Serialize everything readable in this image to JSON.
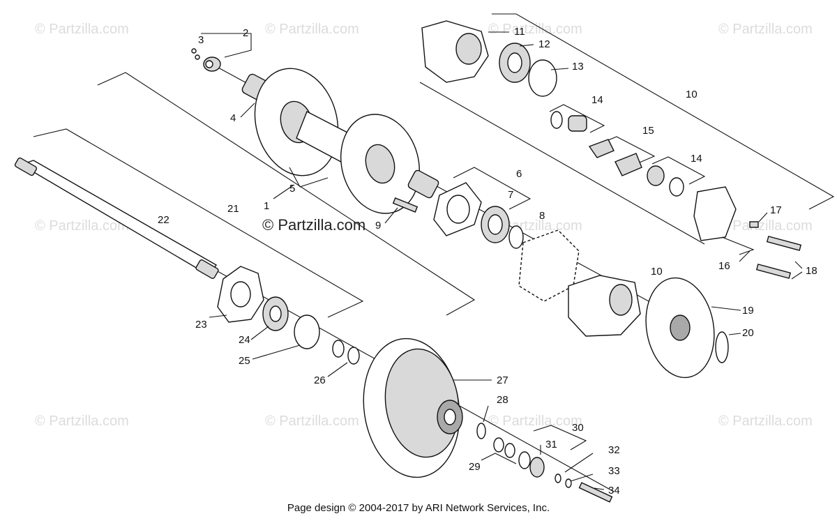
{
  "watermark_text": "© Partzilla.com",
  "center_watermark_text": "© Partzilla.com",
  "footer_text": "Page design © 2004-2017 by ARI Network Services, Inc.",
  "labels": {
    "l1": "1",
    "l2": "2",
    "l3": "3",
    "l4": "4",
    "l5": "5",
    "l6": "6",
    "l7": "7",
    "l8": "8",
    "l9": "9",
    "l10a": "10",
    "l10b": "10",
    "l11": "11",
    "l12": "12",
    "l13": "13",
    "l14a": "14",
    "l14b": "14",
    "l15": "15",
    "l16": "16",
    "l17": "17",
    "l18": "18",
    "l19": "19",
    "l20": "20",
    "l21": "21",
    "l22": "22",
    "l23": "23",
    "l24": "24",
    "l25": "25",
    "l26": "26",
    "l27": "27",
    "l28": "28",
    "l29": "29",
    "l30": "30",
    "l31": "31",
    "l32": "32",
    "l33": "33",
    "l34": "34"
  }
}
